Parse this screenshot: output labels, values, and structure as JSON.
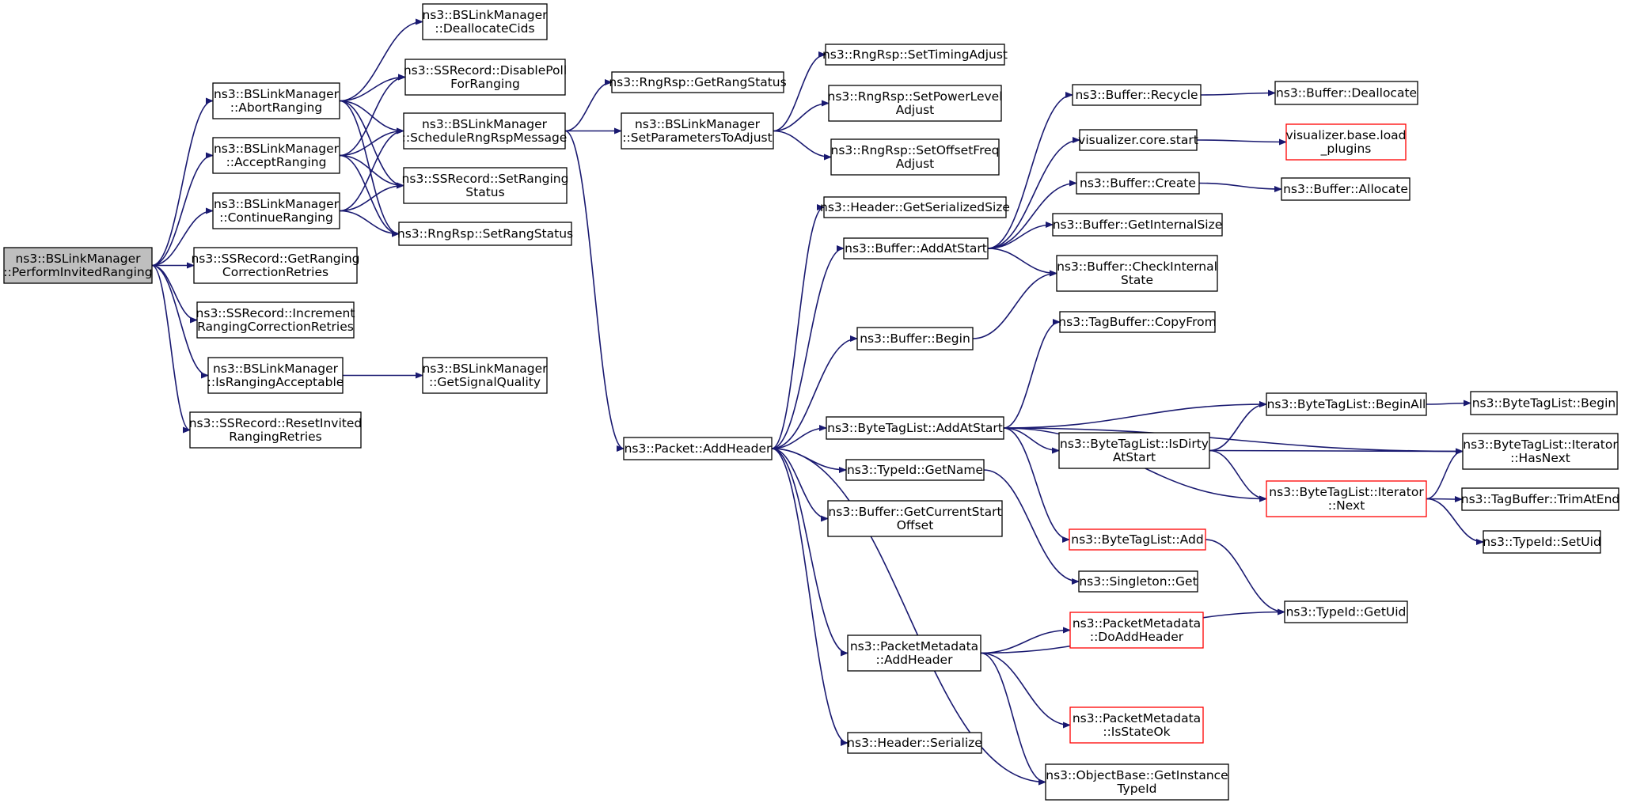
{
  "colors": {
    "edge": "#191970",
    "border": "#000000",
    "border_highlight": "#ff0000",
    "root_fill": "#bfbfbf",
    "fill": "#ffffff"
  },
  "nodes": [
    {
      "id": "root",
      "lines": [
        "ns3::BSLinkManager",
        "::PerformInvitedRanging"
      ],
      "style": "root"
    },
    {
      "id": "dealloc",
      "lines": [
        "ns3::BSLinkManager",
        "::DeallocateCids"
      ]
    },
    {
      "id": "abort",
      "lines": [
        "ns3::BSLinkManager",
        "::AbortRanging"
      ]
    },
    {
      "id": "disablepoll",
      "lines": [
        "ns3::SSRecord::DisablePoll",
        "ForRanging"
      ]
    },
    {
      "id": "accept",
      "lines": [
        "ns3::BSLinkManager",
        "::AcceptRanging"
      ]
    },
    {
      "id": "schedule",
      "lines": [
        "ns3::BSLinkManager",
        "::ScheduleRngRspMessage"
      ]
    },
    {
      "id": "continue",
      "lines": [
        "ns3::BSLinkManager",
        "::ContinueRanging"
      ]
    },
    {
      "id": "setrangingstatus",
      "lines": [
        "ns3::SSRecord::SetRanging",
        "Status"
      ]
    },
    {
      "id": "setrangstatus",
      "lines": [
        "ns3::RngRsp::SetRangStatus"
      ]
    },
    {
      "id": "getrangcorr",
      "lines": [
        "ns3::SSRecord::GetRanging",
        "CorrectionRetries"
      ]
    },
    {
      "id": "incrcorr",
      "lines": [
        "ns3::SSRecord::Increment",
        "RangingCorrectionRetries"
      ]
    },
    {
      "id": "isacceptable",
      "lines": [
        "ns3::BSLinkManager",
        "::IsRangingAcceptable"
      ]
    },
    {
      "id": "getsignal",
      "lines": [
        "ns3::BSLinkManager",
        "::GetSignalQuality"
      ]
    },
    {
      "id": "resetinvited",
      "lines": [
        "ns3::SSRecord::ResetInvited",
        "RangingRetries"
      ]
    },
    {
      "id": "getrangstatus",
      "lines": [
        "ns3::RngRsp::GetRangStatus"
      ]
    },
    {
      "id": "setparams",
      "lines": [
        "ns3::BSLinkManager",
        "::SetParametersToAdjust"
      ]
    },
    {
      "id": "settiming",
      "lines": [
        "ns3::RngRsp::SetTimingAdjust"
      ]
    },
    {
      "id": "setpower",
      "lines": [
        "ns3::RngRsp::SetPowerLevel",
        "Adjust"
      ]
    },
    {
      "id": "setoffset",
      "lines": [
        "ns3::RngRsp::SetOffsetFreq",
        "Adjust"
      ]
    },
    {
      "id": "addheader",
      "lines": [
        "ns3::Packet::AddHeader"
      ]
    },
    {
      "id": "getserialized",
      "lines": [
        "ns3::Header::GetSerializedSize"
      ]
    },
    {
      "id": "addatstart",
      "lines": [
        "ns3::Buffer::AddAtStart"
      ]
    },
    {
      "id": "bufbegin",
      "lines": [
        "ns3::Buffer::Begin"
      ]
    },
    {
      "id": "btladdatstart",
      "lines": [
        "ns3::ByteTagList::AddAtStart"
      ]
    },
    {
      "id": "getname",
      "lines": [
        "ns3::TypeId::GetName"
      ]
    },
    {
      "id": "getcurrentstart",
      "lines": [
        "ns3::Buffer::GetCurrentStart",
        "Offset"
      ]
    },
    {
      "id": "pmaddheader",
      "lines": [
        "ns3::PacketMetadata",
        "::AddHeader"
      ]
    },
    {
      "id": "hserialize",
      "lines": [
        "ns3::Header::Serialize"
      ]
    },
    {
      "id": "recycle",
      "lines": [
        "ns3::Buffer::Recycle"
      ]
    },
    {
      "id": "vizstart",
      "lines": [
        "visualizer.core.start"
      ]
    },
    {
      "id": "bufcreate",
      "lines": [
        "ns3::Buffer::Create"
      ]
    },
    {
      "id": "getinternalsize",
      "lines": [
        "ns3::Buffer::GetInternalSize"
      ]
    },
    {
      "id": "checkinternal",
      "lines": [
        "ns3::Buffer::CheckInternal",
        "State"
      ]
    },
    {
      "id": "copyfrom",
      "lines": [
        "ns3::TagBuffer::CopyFrom"
      ]
    },
    {
      "id": "isdirty",
      "lines": [
        "ns3::ByteTagList::IsDirty",
        "AtStart"
      ]
    },
    {
      "id": "btladd",
      "lines": [
        "ns3::ByteTagList::Add"
      ],
      "style": "highlight"
    },
    {
      "id": "singleton",
      "lines": [
        "ns3::Singleton::Get"
      ]
    },
    {
      "id": "doaddheader",
      "lines": [
        "ns3::PacketMetadata",
        "::DoAddHeader"
      ],
      "style": "highlight"
    },
    {
      "id": "isstateok",
      "lines": [
        "ns3::PacketMetadata",
        "::IsStateOk"
      ],
      "style": "highlight"
    },
    {
      "id": "getinstance",
      "lines": [
        "ns3::ObjectBase::GetInstance",
        "TypeId"
      ]
    },
    {
      "id": "deallocate",
      "lines": [
        "ns3::Buffer::Deallocate"
      ]
    },
    {
      "id": "loadplugins",
      "lines": [
        "visualizer.base.load",
        "_plugins"
      ],
      "style": "highlight"
    },
    {
      "id": "allocate",
      "lines": [
        "ns3::Buffer::Allocate"
      ]
    },
    {
      "id": "beginall",
      "lines": [
        "ns3::ByteTagList::BeginAll"
      ]
    },
    {
      "id": "iternext",
      "lines": [
        "ns3::ByteTagList::Iterator",
        "::Next"
      ],
      "style": "highlight"
    },
    {
      "id": "gettypeuid",
      "lines": [
        "ns3::TypeId::GetUid"
      ]
    },
    {
      "id": "btlbegin",
      "lines": [
        "ns3::ByteTagList::Begin"
      ]
    },
    {
      "id": "hasnext",
      "lines": [
        "ns3::ByteTagList::Iterator",
        "::HasNext"
      ]
    },
    {
      "id": "trimatend",
      "lines": [
        "ns3::TagBuffer::TrimAtEnd"
      ]
    },
    {
      "id": "setuid",
      "lines": [
        "ns3::TypeId::SetUid"
      ]
    }
  ],
  "edges": [
    [
      "root",
      "abort"
    ],
    [
      "root",
      "accept"
    ],
    [
      "root",
      "continue"
    ],
    [
      "root",
      "getrangcorr"
    ],
    [
      "root",
      "incrcorr"
    ],
    [
      "root",
      "isacceptable"
    ],
    [
      "root",
      "resetinvited"
    ],
    [
      "abort",
      "dealloc"
    ],
    [
      "abort",
      "disablepoll"
    ],
    [
      "abort",
      "schedule"
    ],
    [
      "abort",
      "setrangingstatus"
    ],
    [
      "abort",
      "setrangstatus"
    ],
    [
      "accept",
      "disablepoll"
    ],
    [
      "accept",
      "schedule"
    ],
    [
      "accept",
      "setrangingstatus"
    ],
    [
      "accept",
      "setrangstatus"
    ],
    [
      "continue",
      "schedule"
    ],
    [
      "continue",
      "setrangingstatus"
    ],
    [
      "continue",
      "setrangstatus"
    ],
    [
      "isacceptable",
      "getsignal"
    ],
    [
      "schedule",
      "getrangstatus"
    ],
    [
      "schedule",
      "setparams"
    ],
    [
      "schedule",
      "addheader"
    ],
    [
      "setparams",
      "settiming"
    ],
    [
      "setparams",
      "setpower"
    ],
    [
      "setparams",
      "setoffset"
    ],
    [
      "addheader",
      "getserialized"
    ],
    [
      "addheader",
      "addatstart"
    ],
    [
      "addheader",
      "bufbegin"
    ],
    [
      "addheader",
      "btladdatstart"
    ],
    [
      "addheader",
      "getname"
    ],
    [
      "addheader",
      "getcurrentstart"
    ],
    [
      "addheader",
      "pmaddheader"
    ],
    [
      "addheader",
      "hserialize"
    ],
    [
      "addheader",
      "getinstance"
    ],
    [
      "addatstart",
      "recycle"
    ],
    [
      "addatstart",
      "vizstart"
    ],
    [
      "addatstart",
      "bufcreate"
    ],
    [
      "addatstart",
      "getinternalsize"
    ],
    [
      "addatstart",
      "checkinternal"
    ],
    [
      "bufbegin",
      "checkinternal"
    ],
    [
      "recycle",
      "deallocate"
    ],
    [
      "vizstart",
      "loadplugins"
    ],
    [
      "bufcreate",
      "allocate"
    ],
    [
      "btladdatstart",
      "copyfrom"
    ],
    [
      "btladdatstart",
      "hasnext"
    ],
    [
      "btladdatstart",
      "beginall"
    ],
    [
      "btladdatstart",
      "isdirty"
    ],
    [
      "btladdatstart",
      "iternext"
    ],
    [
      "btladdatstart",
      "btladd"
    ],
    [
      "beginall",
      "btlbegin"
    ],
    [
      "isdirty",
      "beginall"
    ],
    [
      "isdirty",
      "hasnext"
    ],
    [
      "isdirty",
      "iternext"
    ],
    [
      "iternext",
      "hasnext"
    ],
    [
      "iternext",
      "trimatend"
    ],
    [
      "iternext",
      "setuid"
    ],
    [
      "getname",
      "singleton"
    ],
    [
      "btladd",
      "gettypeuid"
    ],
    [
      "pmaddheader",
      "doaddheader"
    ],
    [
      "pmaddheader",
      "gettypeuid"
    ],
    [
      "pmaddheader",
      "isstateok"
    ],
    [
      "pmaddheader",
      "getinstance"
    ]
  ]
}
